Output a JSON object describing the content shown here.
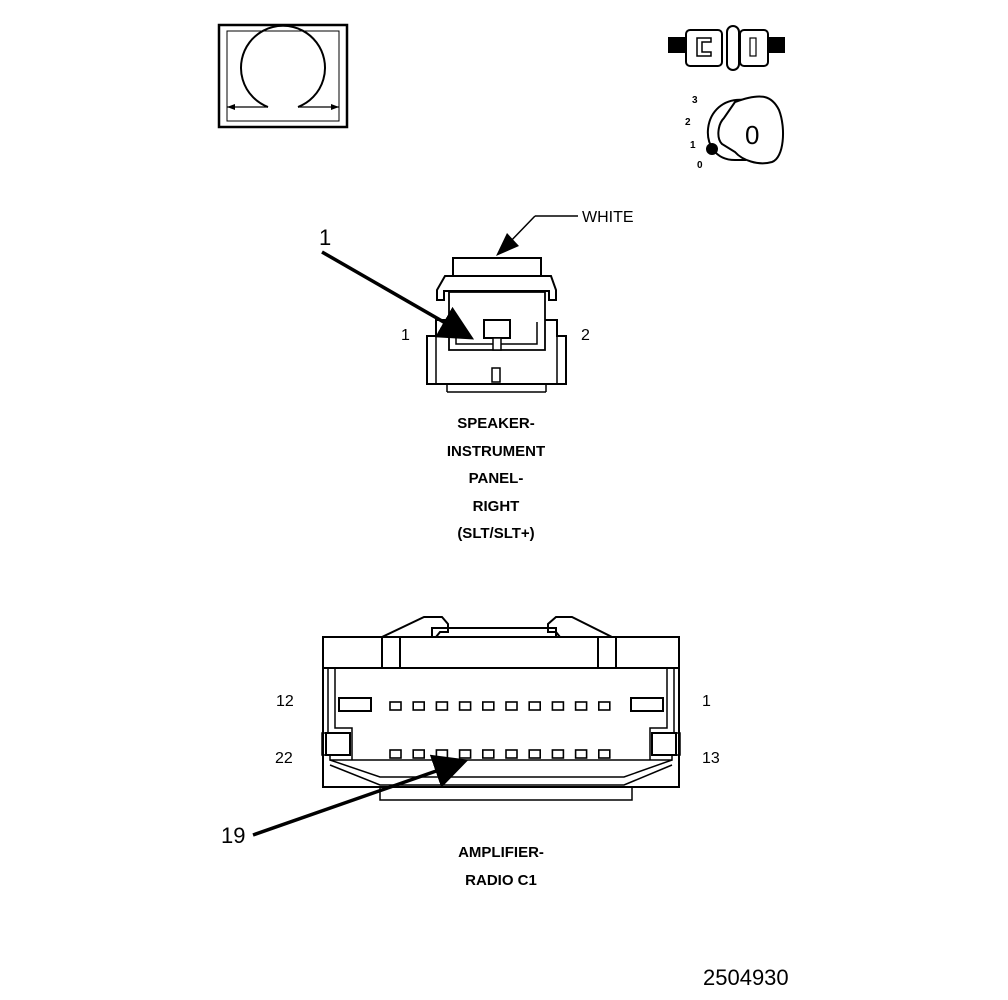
{
  "meter_symbol": {
    "icon": "ohm-symbol-icon"
  },
  "ignition": {
    "key_icon": "ignition-key-icon",
    "connector_icon": "disconnected-connector-icon",
    "positions": [
      "3",
      "2",
      "1",
      "0"
    ],
    "key_label": "0"
  },
  "speaker_connector": {
    "color_label": "WHITE",
    "callout": "1",
    "pin_left": "1",
    "pin_right": "2",
    "caption_lines": [
      "SPEAKER-",
      "INSTRUMENT",
      "PANEL-",
      "RIGHT",
      "(SLT/SLT+)"
    ]
  },
  "amplifier_connector": {
    "pin_top_left": "12",
    "pin_top_right": "1",
    "pin_bottom_left": "22",
    "pin_bottom_right": "13",
    "callout": "19",
    "caption_lines": [
      "AMPLIFIER-",
      "RADIO C1"
    ]
  },
  "figure_id": "2504930"
}
